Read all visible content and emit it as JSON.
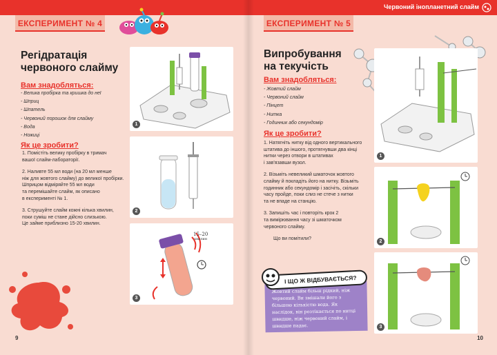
{
  "left": {
    "banner": "ЕКСПЕРИМЕНТ № 4",
    "title_line1": "Регідратація",
    "title_line2": "червоного слайму",
    "needs_heading": "Вам знадобляться:",
    "needs": [
      "- Велика пробірка та кришка до неї",
      "- Шприц",
      "- Шпатель",
      "- Червоний порошок для слайму",
      "- Вода",
      "- Ножиці"
    ],
    "how_heading": "Як це зробити?",
    "steps": [
      "1. Помістіть велику пробірку в тримач\n    вашої слайм-лабораторії.",
      "2. Наливте 55 мл води (на 20 мл менше\n    ніж для жовтого слайму) до великої пробірки.\n    Шприцом відміряйте 55 мл води\n    та перемішайте слайм, як описано\n    в експерименті № 1.",
      "3. Струшуйте слайм кожні кілька хвилин,\n    поки суміш не стане дійсно слизькою.\n    Це займе приблизно 15-20 хвилин."
    ],
    "panel_numbers": [
      "1",
      "2",
      "3"
    ],
    "timer_text": "15–20",
    "timer_unit": "хвилин",
    "page_number": "9"
  },
  "right": {
    "header": "Червоний інопланетний слайм",
    "banner": "ЕКСПЕРИМЕНТ № 5",
    "title_line1": "Випробування",
    "title_line2": "на текучість",
    "needs_heading": "Вам знадобляться:",
    "needs": [
      "- Жовтий слайм",
      "- Червоний слайм",
      "- Пінцет",
      "- Нитка",
      "- Годинник або секундомір"
    ],
    "how_heading": "Як це зробити?",
    "steps": [
      "1. Натягніть нитку від одного вертикального\n    штатива до іншого, протягнувши два кінці\n    нитки через отвори в штативах\n    і зав'язавши вузол.",
      "2. Візьміть невеликий шматочок жовтого\n    слайму й покладіть його на нитку. Візьміть\n    годинник або секундомір і засічіть, скільки\n    часу пройде, поки слиз не стече з нитки\n    та не впаде на станцію.",
      "3. Запишіть час і повторіть крок 2\n    та вимірювання часу зі шматочком\n    червоного слайму."
    ],
    "question": "Що ви помітили?",
    "quiz_title": "І ЩО Ж ВІДБУВАЄТЬСЯ?",
    "explain": "Жовтий слайм більш рідкий, ніж червоний. Ви змішали його з більшою кількістю вода. Як наслідок, він розтікається по нитці швидше, ніж червоний слайм, і швидше падає.",
    "panel_numbers": [
      "1",
      "2",
      "3"
    ],
    "page_number": "10"
  },
  "colors": {
    "accent": "#e8322b",
    "banner_bg": "#f3b9a8",
    "page_bg": "#f9dcd2",
    "green": "#7dc242",
    "purple": "#9e82c8"
  }
}
